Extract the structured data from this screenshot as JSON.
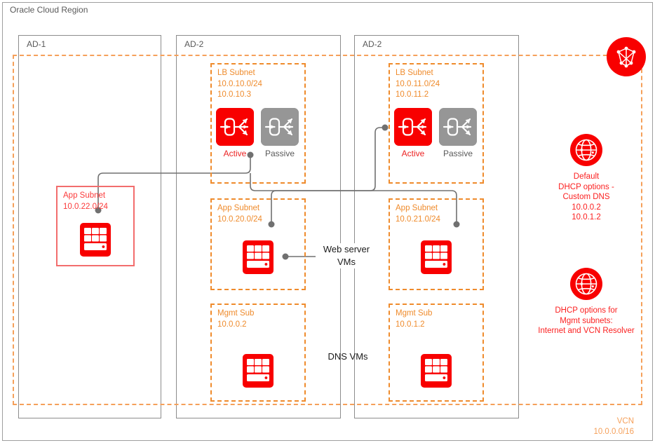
{
  "region": {
    "title": "Oracle Cloud Region"
  },
  "vcn": {
    "name": "VCN",
    "cidr": "10.0.0.0/16"
  },
  "ads": [
    {
      "id": "ad-1",
      "label": "AD-1"
    },
    {
      "id": "ad-2-mid",
      "label": "AD-2"
    },
    {
      "id": "ad-2-right",
      "label": "AD-2"
    }
  ],
  "subnets": [
    {
      "key": "lb-subnet-mid",
      "name": "LB Subnet",
      "cidr": "10.0.10.0/24",
      "address": "10.0.10.3",
      "style": "dashed"
    },
    {
      "key": "lb-subnet-right",
      "name": "LB Subnet",
      "cidr": "10.0.11.0/24",
      "address": "10.0.11.2",
      "style": "dashed"
    },
    {
      "key": "app-subnet-ad1",
      "name": "App Subnet",
      "cidr": "10.0.22.0/24",
      "address": "",
      "style": "solid"
    },
    {
      "key": "app-subnet-mid",
      "name": "App Subnet",
      "cidr": "10.0.20.0/24",
      "address": "",
      "style": "dashed"
    },
    {
      "key": "app-subnet-right",
      "name": "App Subnet",
      "cidr": "10.0.21.0/24",
      "address": "",
      "style": "dashed"
    },
    {
      "key": "mgmt-sub-mid",
      "name": "Mgmt Sub",
      "cidr": "10.0.0.2",
      "address": "",
      "style": "dashed"
    },
    {
      "key": "mgmt-sub-right",
      "name": "Mgmt Sub",
      "cidr": "10.0.1.2",
      "address": "",
      "style": "dashed"
    }
  ],
  "load_balancers": {
    "active_label": "Active",
    "passive_label": "Passive"
  },
  "dhcp_blocks": [
    {
      "key": "default-dhcp",
      "icon": "globe-icon",
      "text": "Default\nDHCP options -\nCustom DNS\n10.0.0.2\n10.0.1.2"
    },
    {
      "key": "mgmt-dhcp",
      "icon": "globe-icon",
      "text": "DHCP options for\nMgmt subnets:\nInternet and VCN Resolver"
    }
  ],
  "annotations": [
    {
      "key": "web-server-vms",
      "text": "Web server\nVMs"
    },
    {
      "key": "dns-vms",
      "text": "DNS VMs"
    }
  ],
  "colors": {
    "oracle_red": "#f80000",
    "subnet_orange": "#ef8b2c",
    "vcn_orange": "#f5a05a",
    "passive_gray": "#969696",
    "text_gray": "#595959",
    "wire_gray": "#707070",
    "app_subnet_red": "#f26d6d"
  }
}
